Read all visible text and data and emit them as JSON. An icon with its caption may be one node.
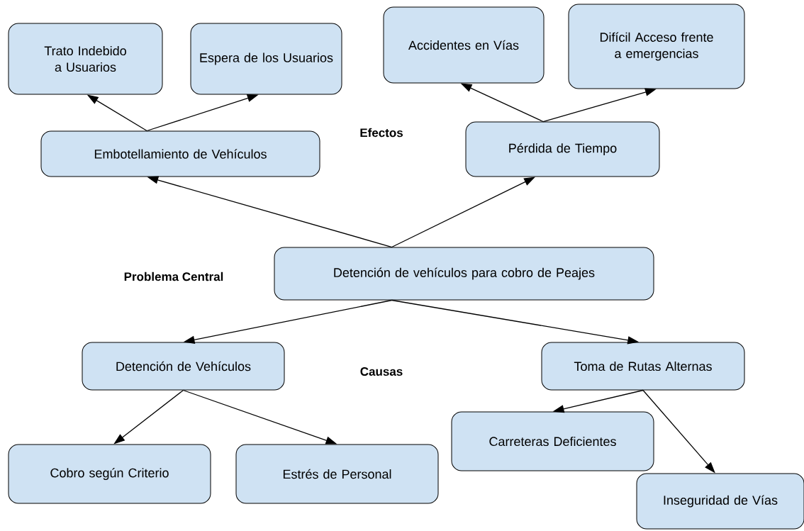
{
  "diagram": {
    "nodes": [
      {
        "text": [
          "Trato Indebido a Usuarios"
        ]
      },
      {
        "text": [
          "Espera de los Usuarios"
        ]
      },
      {
        "text": [
          "Accidentes en Vías"
        ]
      },
      {
        "text": [
          "Difícil Acceso frente a emergencias"
        ]
      },
      {
        "text": [
          "Embotellamiento de Vehículos"
        ]
      },
      {
        "text": [
          "Pérdida de Tiempo"
        ]
      },
      {
        "text": [
          "Detención de vehículos para cobro de Peajes"
        ]
      },
      {
        "text": [
          "Detención de Vehículos"
        ]
      },
      {
        "text": [
          "Toma de Rutas Alternas"
        ]
      },
      {
        "text": [
          "Cobro según Criterio"
        ]
      },
      {
        "text": [
          "Estrés de Personal"
        ]
      },
      {
        "text": [
          "Carreteras Deficientes"
        ]
      },
      {
        "text": [
          "Inseguridad de Vías"
        ]
      }
    ],
    "edges": [
      {
        "from": 4,
        "to": 0,
        "arrow": "to"
      },
      {
        "from": 4,
        "to": 1,
        "arrow": "to"
      },
      {
        "from": 5,
        "to": 2,
        "arrow": "to"
      },
      {
        "from": 5,
        "to": 3,
        "arrow": "to"
      },
      {
        "from": 6,
        "to": 4,
        "arrow": "to"
      },
      {
        "from": 6,
        "to": 5,
        "arrow": "to"
      },
      {
        "from": 6,
        "to": 7,
        "arrow": "to"
      },
      {
        "from": 6,
        "to": 8,
        "arrow": "to"
      },
      {
        "from": 7,
        "to": 9,
        "arrow": "to"
      },
      {
        "from": 7,
        "to": 10,
        "arrow": "to"
      },
      {
        "from": 8,
        "to": 11,
        "arrow": "to"
      },
      {
        "from": 8,
        "to": 12,
        "arrow": "to"
      }
    ],
    "labels": [
      "Efectos",
      "Problema Central",
      "Causas"
    ]
  }
}
